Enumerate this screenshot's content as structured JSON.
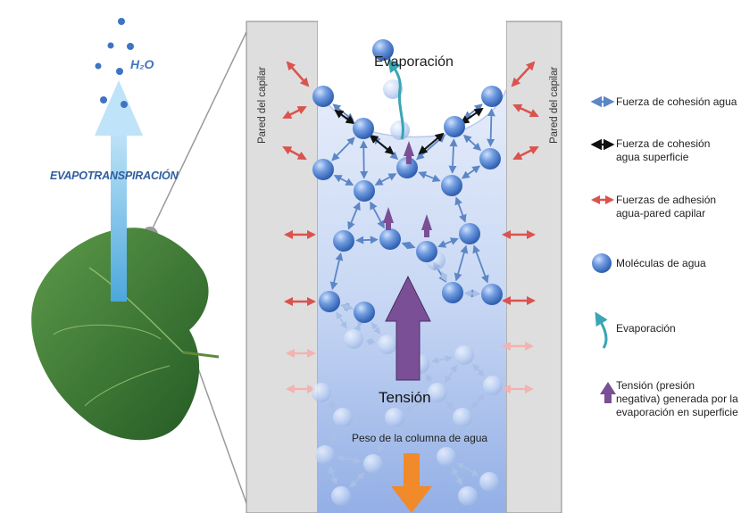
{
  "labels": {
    "h2o": "H₂O",
    "evapotranspiracion": "EVAPOTRANSPIRACIÓN",
    "evaporacion": "Evaporación",
    "tension": "Tensión",
    "peso": "Peso de la columna de agua",
    "pared_izq": "Pared del capilar",
    "pared_der": "Pared del capilar"
  },
  "legend": [
    {
      "text": "Fuerza de cohesión agua",
      "icon": "blue-double-arrow-icon"
    },
    {
      "text": "Fuerza de cohesión agua superficie",
      "icon": "black-double-arrow-icon"
    },
    {
      "text": "Fuerzas de adhesión agua-pared capilar",
      "icon": "red-double-arrow-icon"
    },
    {
      "text": "Moléculas de agua",
      "icon": "water-molecule-icon"
    },
    {
      "text": "Evaporación",
      "icon": "evaporation-arrow-icon"
    },
    {
      "text": "Tensión  (presión negativa) generada por la evaporación en superficie",
      "icon": "purple-up-arrow-icon"
    }
  ],
  "colors": {
    "water_top": "#e6eefb",
    "water_bottom": "#9db8ea",
    "wall": "#dedede",
    "molecule": "#4a7fd0",
    "cohesion": "#5c86c6",
    "surface_cohesion": "#111111",
    "adhesion": "#d9534f",
    "tension": "#7a4f96",
    "weight": "#f08a2a",
    "evap": "#3aa5b5",
    "leaf": "#3f7a3a"
  }
}
